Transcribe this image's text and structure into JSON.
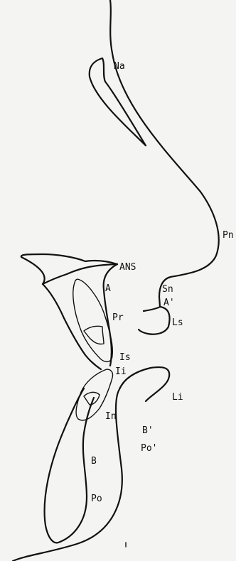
{
  "labels": {
    "na": "Na",
    "pn": "Pn",
    "ans": "ANS",
    "a": "A",
    "sn": "Sn",
    "a_prime": "A'",
    "pr": "Pr",
    "ls": "Ls",
    "is": "Is",
    "ii": "Ii",
    "li": "Li",
    "in": "In",
    "b_prime": "B'",
    "b": "B",
    "po_prime": "Po'",
    "po": "Po"
  }
}
